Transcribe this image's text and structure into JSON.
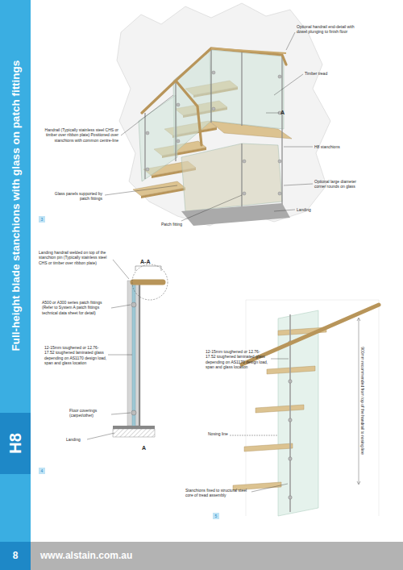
{
  "diagram": {
    "title": "Full-height blade stanchions with glass on patch fittings",
    "nodes": [
      {
        "text": [
          "H8"
        ]
      }
    ],
    "labels": [
      "Optional handrail end-detail with dowel plunging to finish floor",
      "Timber tread",
      "A",
      "Handrail (Typically stainless steel CHS or timber over ribbon plate) Positioned over stanchions with common centre-line",
      "H8 stanchions",
      "Glass panels supported by patch fittings",
      "Optional large diameter corner rounds on glass",
      "Landing",
      "Patch fitting",
      "3",
      "Landing handrail welded on top of the stanchion pin (Typically stainless steel CHS or timber over ribbon plate)",
      "A-A",
      "A500 or A300 series patch fittings (Refer to System A patch fittings technical data sheet for detail)",
      "12-15mm toughened or 12.76-17.52 toughened laminated glass depending on AS1170 design load, span and glass location",
      "Floor coverings (carpet/other)",
      "Landing",
      "A",
      "4",
      "12-15mm toughened or 12.76-17.52 toughened laminated glass depending on AS1170 design load, span and glass location",
      "Nosing line",
      "Stanchions fixed to structural steel core of tread assembly",
      "900mm recommended from top of the handrail to nosing line",
      "5",
      "8",
      "www.alstain.com.au"
    ]
  }
}
